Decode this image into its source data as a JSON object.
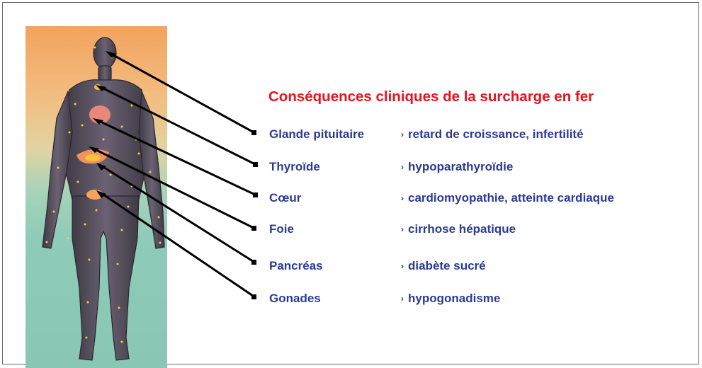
{
  "title": "Conséquences cliniques de la surcharge en fer",
  "rows": [
    {
      "organ": "Glande pituitaire",
      "consequence": "retard de croissance, infertilité"
    },
    {
      "organ": "Thyroïde",
      "consequence": "hypoparathyroïdie"
    },
    {
      "organ": "Cœur",
      "consequence": "cardiomyopathie, atteinte cardiaque"
    },
    {
      "organ": "Foie",
      "consequence": "cirrhose hépatique"
    },
    {
      "organ": "Pancréas",
      "consequence": "diabète sucré"
    },
    {
      "organ": "Gonades",
      "consequence": "hypogonadisme"
    }
  ],
  "bullet": "›",
  "colors": {
    "title": "#e8131d",
    "text": "#2b3a94",
    "arrow": "#000000",
    "iron_deposits": "#f4d23a"
  }
}
